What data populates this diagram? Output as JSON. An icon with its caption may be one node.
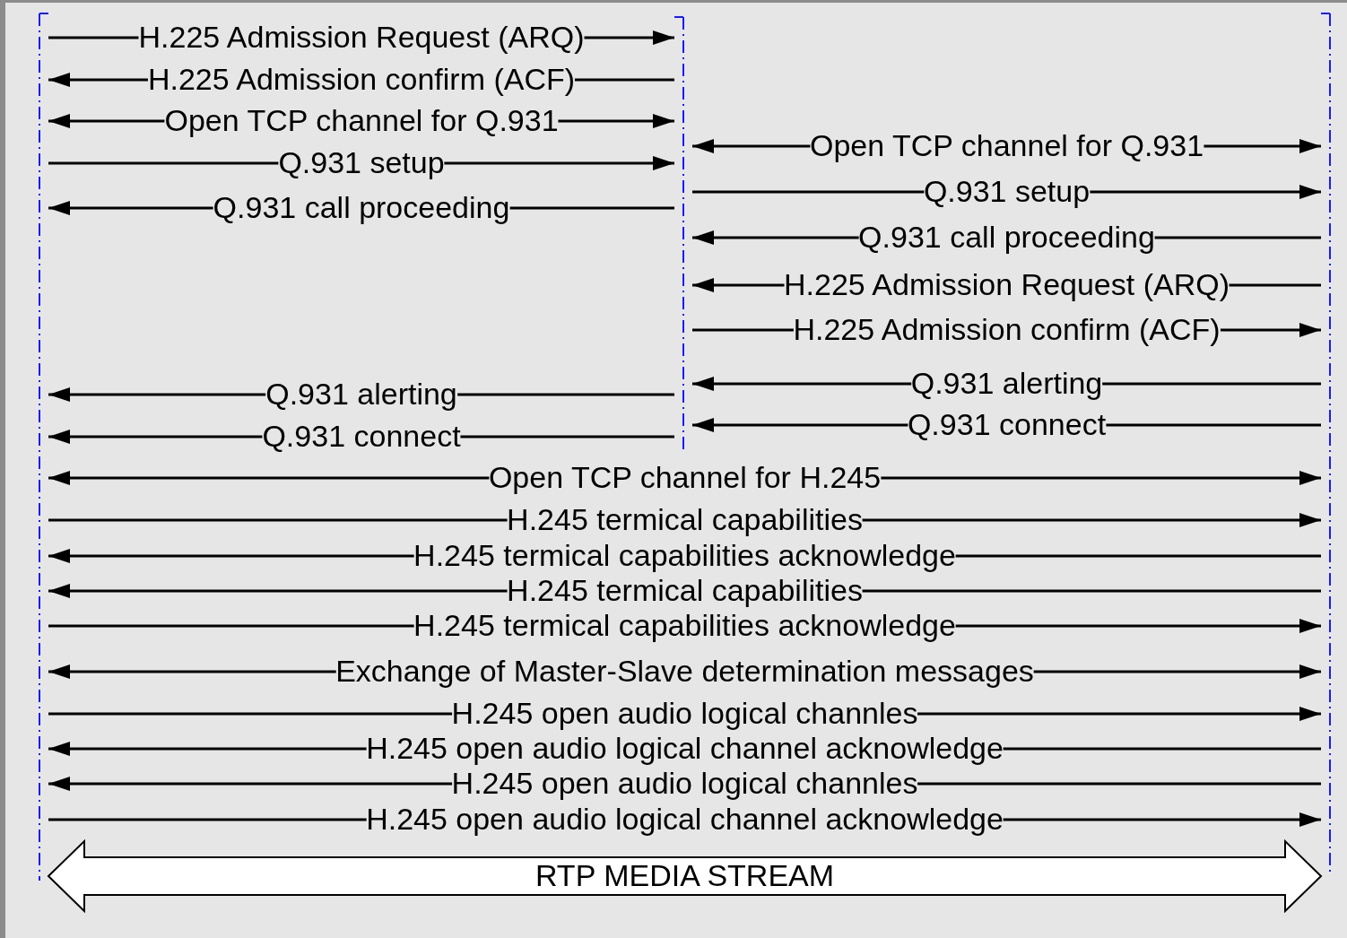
{
  "diagram": {
    "nodes": [
      {
        "text": [],
        "shape": "bar"
      },
      {
        "text": [],
        "shape": "bar"
      },
      {
        "text": [],
        "shape": "bar"
      }
    ],
    "edges": [
      {
        "from": 0,
        "to": 1,
        "arrow": "to",
        "label": "H.225 Admission Request (ARQ)"
      },
      {
        "from": 1,
        "to": 0,
        "arrow": "to",
        "label": "H.225 Admission confirm (ACF)"
      },
      {
        "from": 0,
        "to": 1,
        "arrow": "both",
        "label": "Open TCP channel for Q.931"
      },
      {
        "from": 1,
        "to": 2,
        "arrow": "both",
        "label": "Open TCP channel for Q.931"
      },
      {
        "from": 0,
        "to": 1,
        "arrow": "to",
        "label": "Q.931 setup"
      },
      {
        "from": 1,
        "to": 2,
        "arrow": "to",
        "label": "Q.931 setup"
      },
      {
        "from": 1,
        "to": 0,
        "arrow": "to",
        "label": "Q.931 call proceeding"
      },
      {
        "from": 2,
        "to": 1,
        "arrow": "to",
        "label": "Q.931 call proceeding"
      },
      {
        "from": 2,
        "to": 1,
        "arrow": "to",
        "label": "H.225 Admission Request (ARQ)"
      },
      {
        "from": 1,
        "to": 2,
        "arrow": "to",
        "label": "H.225 Admission confirm (ACF)"
      },
      {
        "from": 2,
        "to": 1,
        "arrow": "to",
        "label": "Q.931 alerting"
      },
      {
        "from": 1,
        "to": 0,
        "arrow": "to",
        "label": "Q.931 alerting"
      },
      {
        "from": 2,
        "to": 1,
        "arrow": "to",
        "label": "Q.931 connect"
      },
      {
        "from": 1,
        "to": 0,
        "arrow": "to",
        "label": "Q.931 connect"
      },
      {
        "from": 0,
        "to": 2,
        "arrow": "both",
        "label": "Open TCP channel for H.245"
      },
      {
        "from": 0,
        "to": 2,
        "arrow": "to",
        "label": "H.245 termical capabilities"
      },
      {
        "from": 2,
        "to": 0,
        "arrow": "to",
        "label": "H.245 termical capabilities acknowledge"
      },
      {
        "from": 2,
        "to": 0,
        "arrow": "to",
        "label": "H.245 termical capabilities"
      },
      {
        "from": 0,
        "to": 2,
        "arrow": "to",
        "label": "H.245 termical capabilities acknowledge"
      },
      {
        "from": 0,
        "to": 2,
        "arrow": "both",
        "label": "Exchange of Master-Slave determination messages"
      },
      {
        "from": 0,
        "to": 2,
        "arrow": "to",
        "label": "H.245 open audio logical channles"
      },
      {
        "from": 2,
        "to": 0,
        "arrow": "to",
        "label": "H.245 open audio logical channel acknowledge"
      },
      {
        "from": 2,
        "to": 0,
        "arrow": "to",
        "label": "H.245 open audio logical channles"
      },
      {
        "from": 0,
        "to": 2,
        "arrow": "to",
        "label": "H.245 open audio logical channel acknowledge"
      },
      {
        "from": 0,
        "to": 2,
        "arrow": "both",
        "style": "thick",
        "label": "RTP MEDIA STREAM"
      }
    ]
  }
}
